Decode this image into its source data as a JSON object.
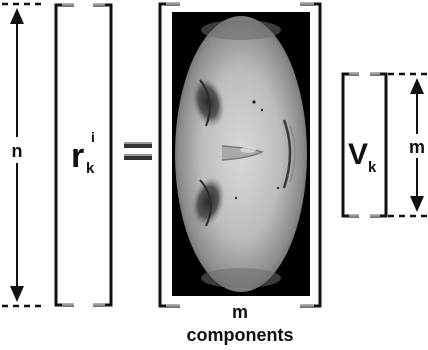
{
  "diagram": {
    "left_dimension_label": "n",
    "lhs_symbol": {
      "base": "r",
      "subscript": "k",
      "superscript": "i"
    },
    "equals_sign": "=",
    "matrix": {
      "columns_label": "m",
      "caption": "components"
    },
    "rhs_symbol": {
      "base": "V",
      "subscript": "k"
    },
    "right_dimension_label": "m"
  },
  "colors": {
    "ink": "#111111",
    "bracket_tip": "#8a8a8a",
    "image_background": "#000000"
  },
  "icons": {
    "matrix_image": "face-image-rotated",
    "up_arrow": "arrow-up-icon",
    "down_arrow": "arrow-down-icon"
  }
}
